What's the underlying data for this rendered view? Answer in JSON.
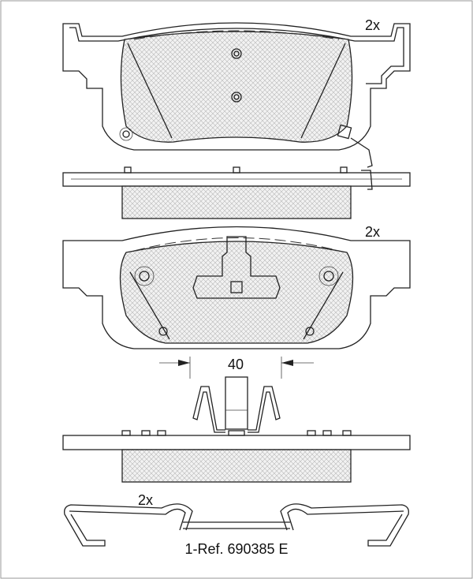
{
  "drawing": {
    "quantity_top_pad": "2x",
    "quantity_bottom_pad": "2x",
    "quantity_clip": "2x",
    "dimension_value": "40",
    "reference": "1-Ref. 690385 E"
  }
}
